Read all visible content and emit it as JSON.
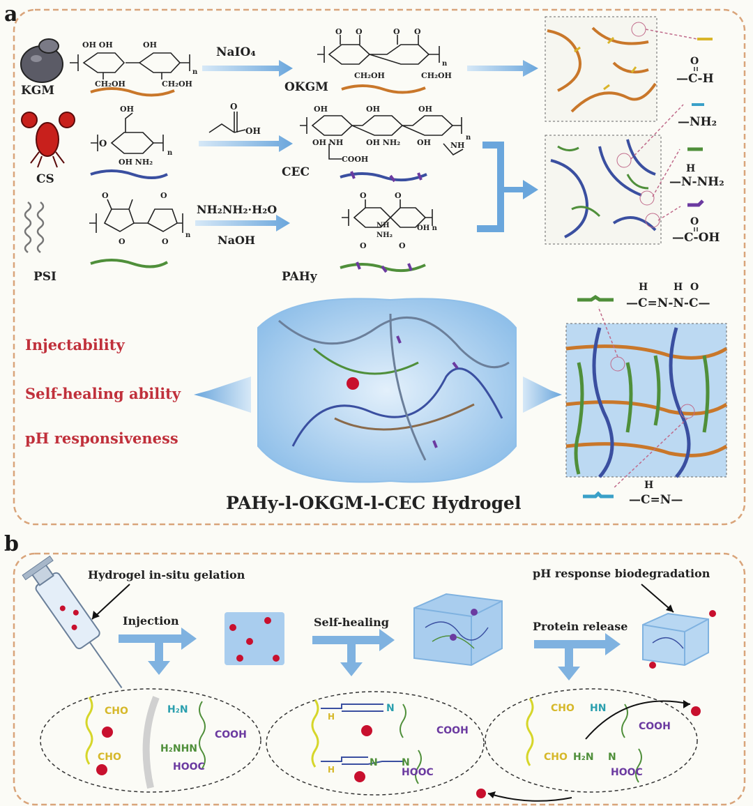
{
  "panel_a": {
    "label": "a",
    "materials": [
      {
        "name": "KGM",
        "product": "OKGM",
        "reagent": "NaIO₄"
      },
      {
        "name": "CS",
        "product": "CEC",
        "reagent": ""
      },
      {
        "name": "PSI",
        "product": "PAHy",
        "reagent": "NH₂NH₂·H₂O",
        "reagent2": "NaOH"
      }
    ],
    "groups": [
      "—NH₂",
      "—N-NH₂",
      "—C-OH",
      "—C-H"
    ],
    "group_marks": {
      "h": "H",
      "o": "O"
    },
    "bond_imine": "—C=N—",
    "bond_acylhydrazone": "—C=N-N-C—",
    "struct": {
      "ohoh": "OH OH",
      "oh": "OH",
      "ch2oh": "CH₂OH",
      "ohnh2": "OH NH₂",
      "ohnh": "OH NH",
      "ohnh2b": "OH NH₂",
      "nh": "NH",
      "cooh": "COOH",
      "nh_small": "NH",
      "nh2_small": "NH₂",
      "ohn": "OH n",
      "o": "O",
      "n": "n",
      "ch2oh_b": "CH₂OH",
      "oh_acrylic": "OH",
      "o_acrylic": "O"
    },
    "properties": [
      "Injectability",
      "Self-healing ability",
      "pH responsiveness"
    ],
    "hydrogel_title": "PAHy-l-OKGM-l-CEC Hydrogel"
  },
  "panel_b": {
    "label": "b",
    "top_left_caption": "Hydrogel in-situ gelation",
    "top_right_caption": "pH response biodegradation",
    "steps": [
      "Injection",
      "Self-healing",
      "Protein release"
    ],
    "circle1": {
      "cho1": "CHO",
      "cho2": "CHO",
      "h2n": "H₂N",
      "cooh": "COOH",
      "h2nhn": "H₂NHN",
      "hooc": "HOOC"
    },
    "circle2": {
      "h1": "H",
      "h2": "H",
      "n1": "N",
      "n2": "N",
      "n3": "N",
      "cooh": "COOH",
      "hooc": "HOOC"
    },
    "circle3": {
      "cho1": "CHO",
      "cho2": "CHO",
      "hn": "HN",
      "cooh": "COOH",
      "h2n": "H₂N",
      "n": "N",
      "hooc": "HOOC"
    }
  },
  "colors": {
    "orange_chain": "#c9772a",
    "blue_chain": "#3a4fa0",
    "green_chain": "#4f8f3a",
    "purple_mark": "#6b3aa0",
    "red_dot": "#c8102e",
    "arrow_blue": "#7fb2e0",
    "gel_blue": "#a9cdee",
    "dash_border": "#d9a47a"
  }
}
